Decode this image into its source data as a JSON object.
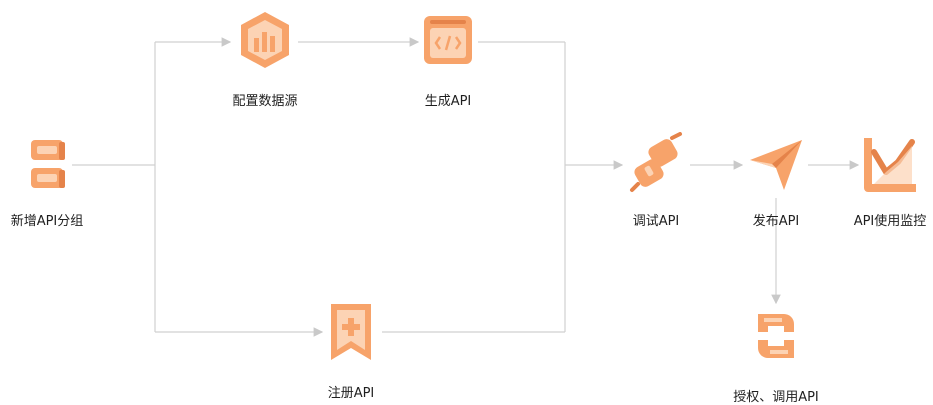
{
  "colors": {
    "accent": "#f7a36a",
    "accent_dark": "#e5834a",
    "accent_light": "#fcd3b4",
    "line": "#c9c9c9"
  },
  "nodes": {
    "new_group": {
      "label": "新增API分组",
      "icon": "stacked-blocks-icon"
    },
    "datasource": {
      "label": "配置数据源",
      "icon": "database-chart-icon"
    },
    "generate": {
      "label": "生成API",
      "icon": "code-window-icon"
    },
    "register": {
      "label": "注册API",
      "icon": "bookmark-plus-icon"
    },
    "debug": {
      "label": "调试API",
      "icon": "plug-icon"
    },
    "publish": {
      "label": "发布API",
      "icon": "paper-plane-icon"
    },
    "monitor": {
      "label": "API使用监控",
      "icon": "trend-chart-icon"
    },
    "authorize": {
      "label": "授权、调用API",
      "icon": "exchange-icon"
    }
  }
}
